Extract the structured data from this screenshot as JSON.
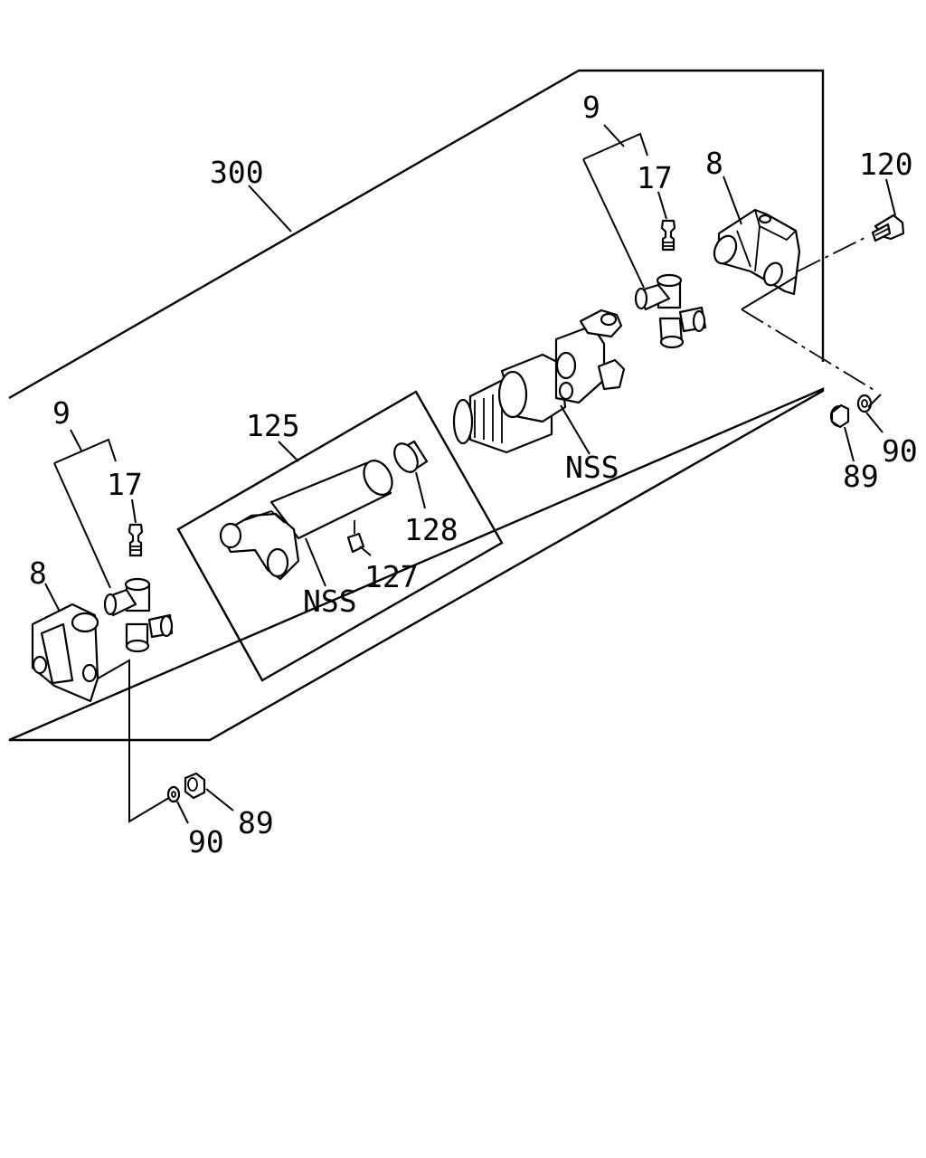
{
  "callouts": {
    "c300": "300",
    "c9_top": "9",
    "c17_top": "17",
    "c8_top": "8",
    "c120": "120",
    "c90_right": "90",
    "c89_right": "89",
    "c_nss_right": "NSS",
    "c125": "125",
    "c128": "128",
    "c127": "127",
    "c_nss_center": "NSS",
    "c9_left": "9",
    "c17_left": "17",
    "c8_left": "8",
    "c89_bottom": "89",
    "c90_bottom": "90"
  },
  "parts": [
    "grease-fitting",
    "universal-joint-spider",
    "flange-yoke",
    "bolt",
    "nut",
    "lock-washer",
    "slip-yoke",
    "tube-yoke-shaft",
    "dust-cap",
    "grease-nipple"
  ]
}
